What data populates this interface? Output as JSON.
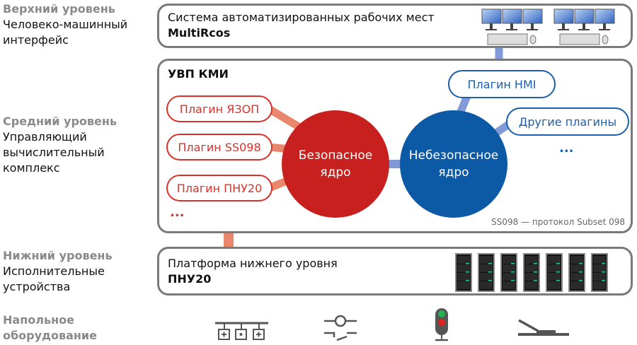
{
  "levels": [
    {
      "title": "Верхний уровень",
      "lines": [
        "Человеко-машинный",
        "интерфейс"
      ]
    },
    {
      "title": "Средний уровень",
      "lines": [
        "Управляющий",
        "вычислительный",
        "комплекс"
      ]
    },
    {
      "title": "Нижний уровень",
      "lines": [
        "Исполнительные",
        "устройства"
      ]
    },
    {
      "title": "Напольное",
      "lines": [
        "оборудование"
      ]
    }
  ],
  "top_box": {
    "text": "Система автоматизированных рабочих мест",
    "name": "MultiRcos"
  },
  "middle_box": {
    "title": "УВП КМИ",
    "safe_plugins": [
      "Плагин ЯЗОП",
      "Плагин SS098",
      "Плагин ПНУ20"
    ],
    "safe_more": "...",
    "safe_core": [
      "Безопасное",
      "ядро"
    ],
    "unsafe_core": [
      "Небезопасное",
      "ядро"
    ],
    "unsafe_plugins": [
      "Плагин HMI",
      "Другие плагины"
    ],
    "unsafe_more": "...",
    "footnote": "SS098 — протокол Subset 098"
  },
  "bottom_box": {
    "text": "Платформа нижнего уровня",
    "name": "ПНУ20"
  },
  "colors": {
    "safe": "#c8201e",
    "unsafe": "#0c5aa6",
    "safe_link": "#e8876b",
    "unsafe_link": "#7f9ad6",
    "border": "#7a7a7a"
  }
}
